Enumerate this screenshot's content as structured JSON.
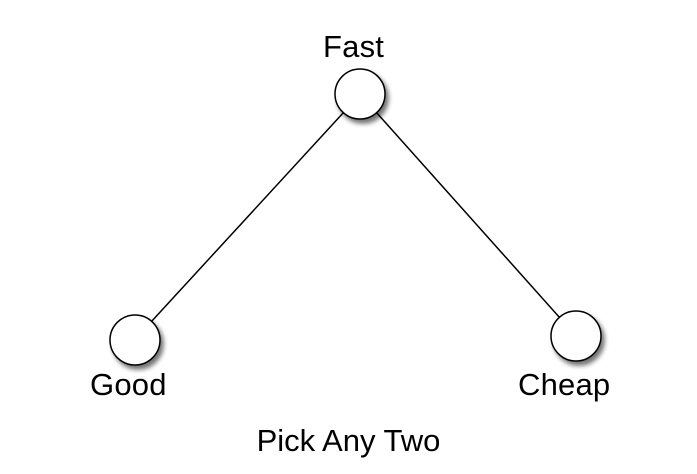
{
  "diagram": {
    "nodes": {
      "fast": "Fast",
      "good": "Good",
      "cheap": "Cheap"
    },
    "caption": "Pick Any Two"
  }
}
